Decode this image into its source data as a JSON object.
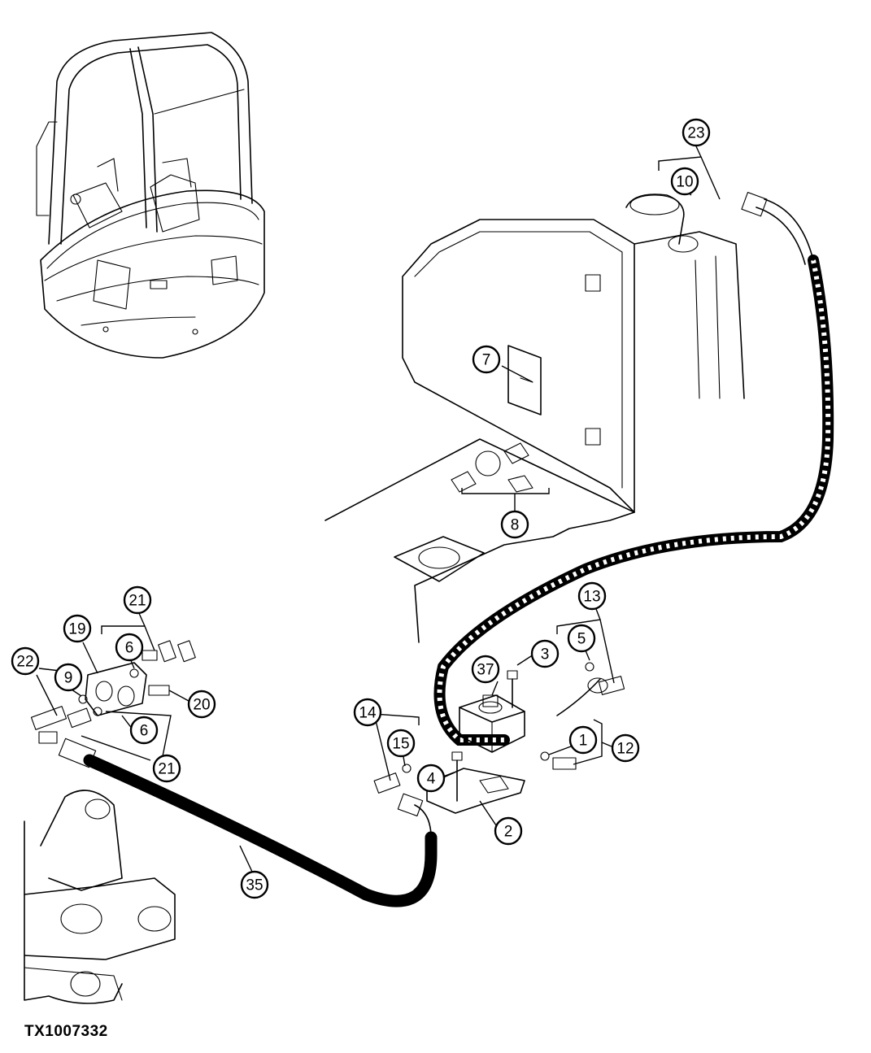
{
  "figure_id": "TX1007332",
  "callouts": [
    {
      "id": "c1",
      "label": "1"
    },
    {
      "id": "c2",
      "label": "2"
    },
    {
      "id": "c3",
      "label": "3"
    },
    {
      "id": "c4",
      "label": "4"
    },
    {
      "id": "c5",
      "label": "5"
    },
    {
      "id": "c6a",
      "label": "6"
    },
    {
      "id": "c6b",
      "label": "6"
    },
    {
      "id": "c7",
      "label": "7"
    },
    {
      "id": "c8",
      "label": "8"
    },
    {
      "id": "c9",
      "label": "9"
    },
    {
      "id": "c10",
      "label": "10"
    },
    {
      "id": "c12",
      "label": "12"
    },
    {
      "id": "c13",
      "label": "13"
    },
    {
      "id": "c14",
      "label": "14"
    },
    {
      "id": "c15",
      "label": "15"
    },
    {
      "id": "c19",
      "label": "19"
    },
    {
      "id": "c20",
      "label": "20"
    },
    {
      "id": "c21a",
      "label": "21"
    },
    {
      "id": "c21b",
      "label": "21"
    },
    {
      "id": "c22",
      "label": "22"
    },
    {
      "id": "c23",
      "label": "23"
    },
    {
      "id": "c35",
      "label": "35"
    },
    {
      "id": "c37",
      "label": "37"
    }
  ]
}
